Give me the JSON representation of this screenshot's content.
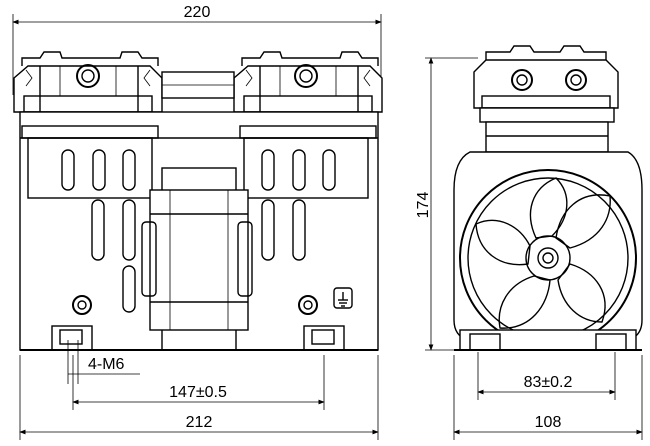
{
  "drawing": {
    "front_view": {
      "overall_width": "220",
      "base_width": "212",
      "hole_spacing": "147±0.5",
      "thread_spec": "4-M6"
    },
    "side_view": {
      "height": "174",
      "depth": "108",
      "hole_spacing": "83±0.2"
    }
  }
}
